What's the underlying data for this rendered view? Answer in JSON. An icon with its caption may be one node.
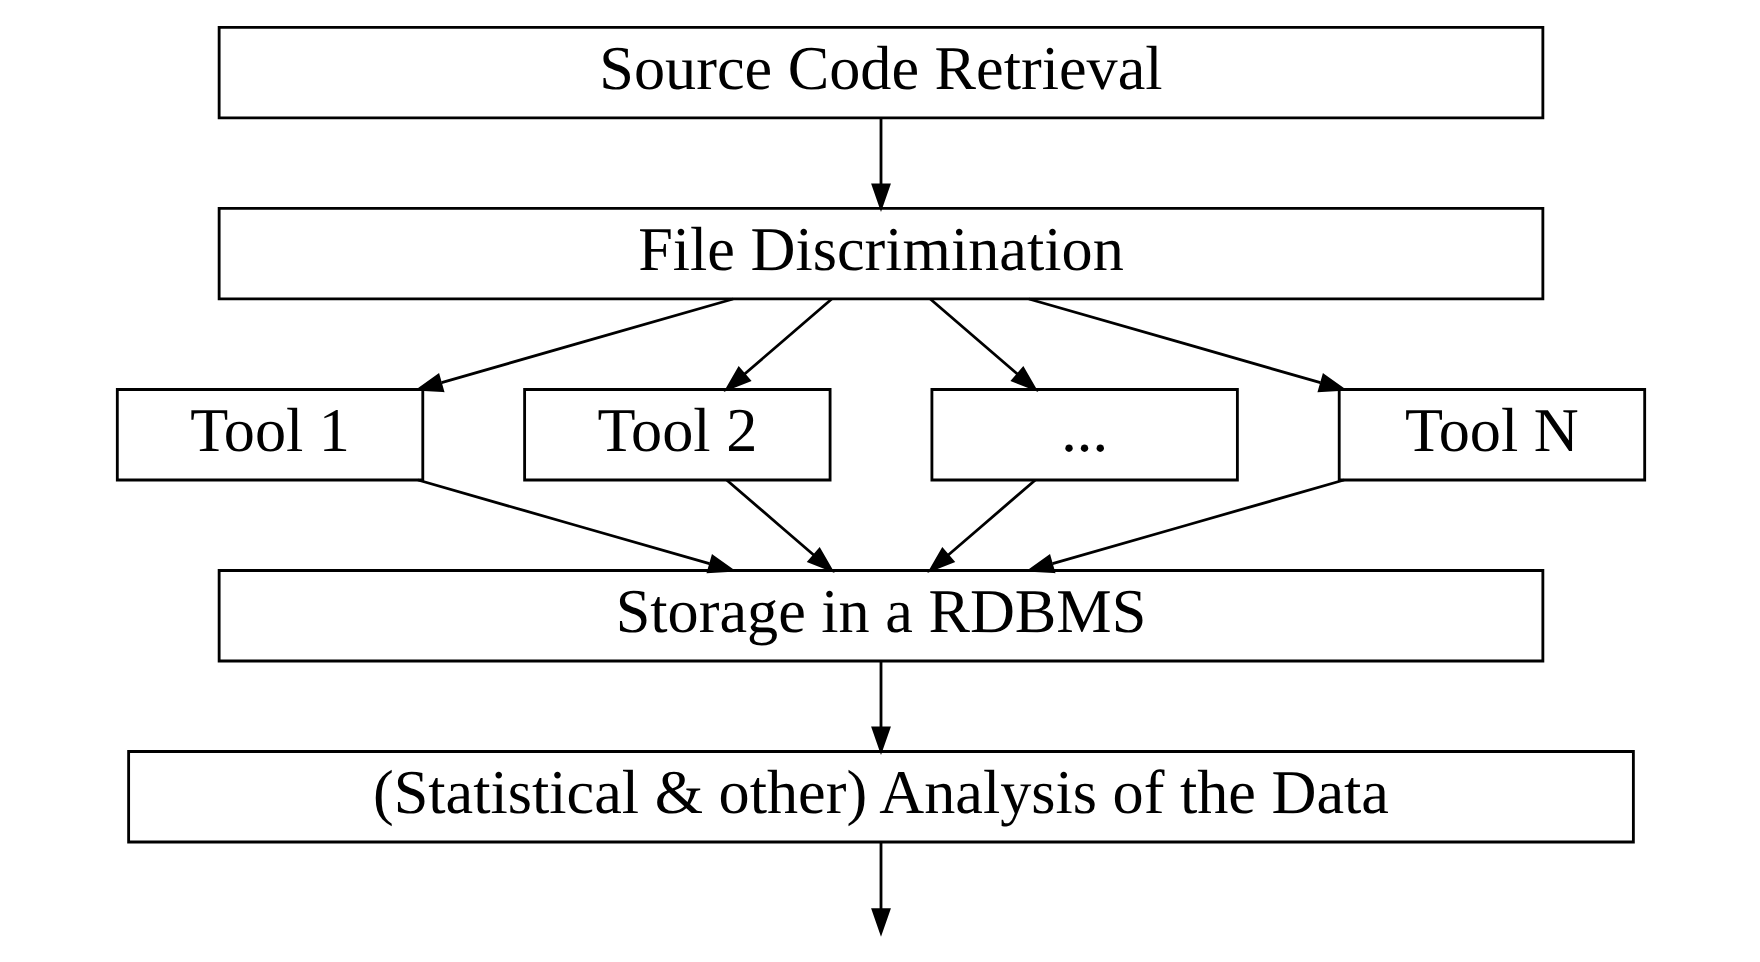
{
  "diagram": {
    "nodes": [
      {
        "text": [
          "Source Code Retrieval"
        ]
      },
      {
        "text": [
          "File Discrimination"
        ]
      },
      {
        "text": [
          "Tool 1"
        ]
      },
      {
        "text": [
          "Tool 2"
        ]
      },
      {
        "text": [
          "..."
        ]
      },
      {
        "text": [
          "Tool N"
        ]
      },
      {
        "text": [
          "Storage in a RDBMS"
        ]
      },
      {
        "text": [
          "(Statistical & other) Analysis of the Data"
        ]
      }
    ],
    "edges": [
      {
        "from": 0,
        "to": 1,
        "arrow": "to"
      },
      {
        "from": 1,
        "to": 2,
        "arrow": "to"
      },
      {
        "from": 1,
        "to": 3,
        "arrow": "to"
      },
      {
        "from": 1,
        "to": 4,
        "arrow": "to"
      },
      {
        "from": 1,
        "to": 5,
        "arrow": "to"
      },
      {
        "from": 2,
        "to": 6,
        "arrow": "to"
      },
      {
        "from": 3,
        "to": 6,
        "arrow": "to"
      },
      {
        "from": 4,
        "to": 6,
        "arrow": "to"
      },
      {
        "from": 5,
        "to": 6,
        "arrow": "to"
      },
      {
        "from": 6,
        "to": 7,
        "arrow": "to"
      },
      {
        "from": 7,
        "to": null,
        "arrow": "to"
      }
    ]
  }
}
